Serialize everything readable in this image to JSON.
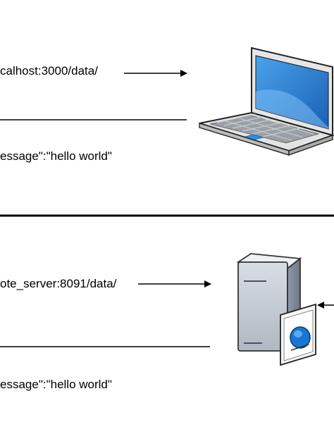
{
  "top_panel": {
    "request_text": "calhost:3000/data/",
    "response_text": "essage\":\"hello world\"",
    "device_icon": "laptop-icon"
  },
  "bottom_panel": {
    "request_text": "ote_server:8091/data/",
    "response_text": "essage\":\"hello world\"",
    "device_icon": "server-icon",
    "certificate_icon": "certificate-icon"
  },
  "colors": {
    "line": "#000000",
    "laptop_screen": "#1f73c6",
    "laptop_body": "#d9d9d9",
    "server_body": "#c7ced8",
    "cert_blue": "#1976d2"
  }
}
